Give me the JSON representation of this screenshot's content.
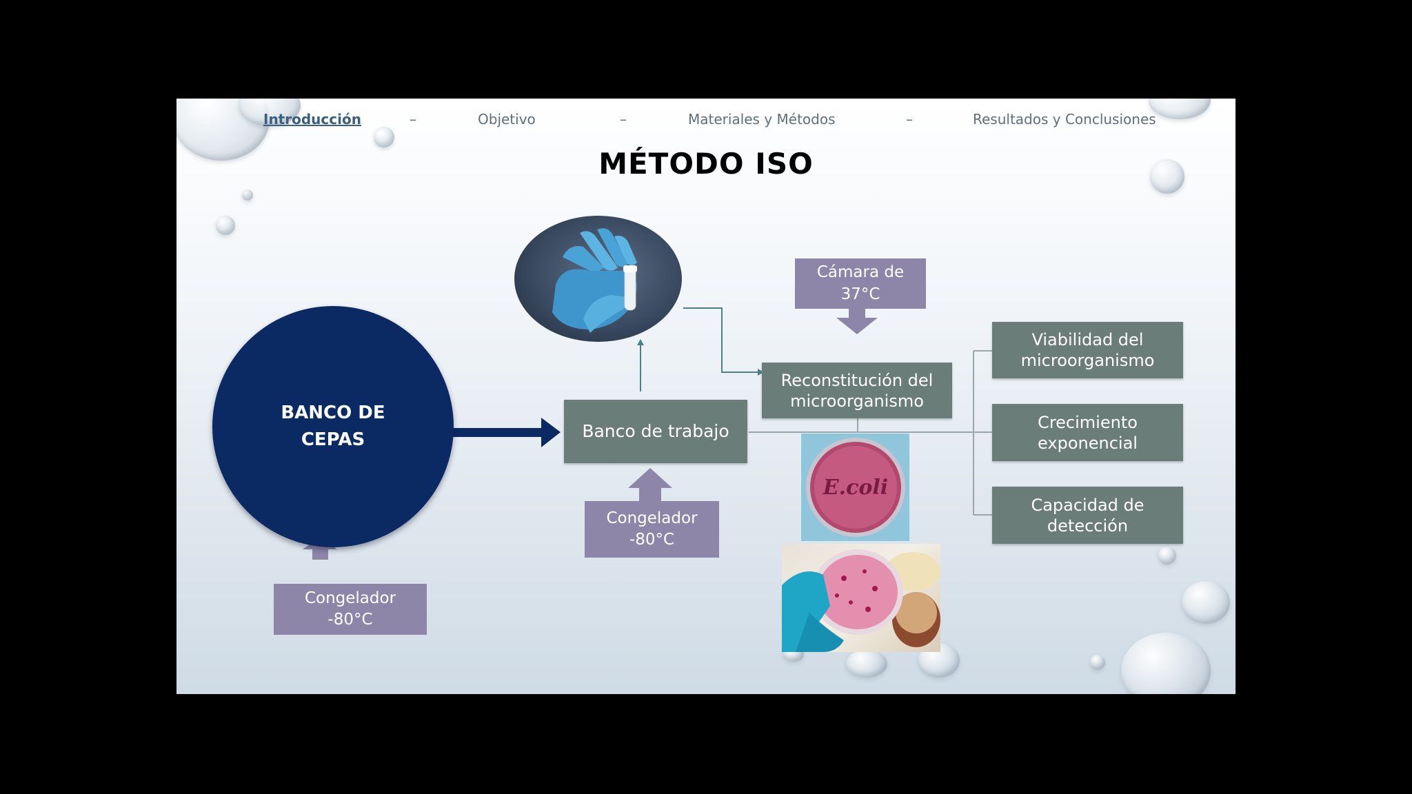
{
  "nav": {
    "items": [
      {
        "label": "Introducción",
        "active": true
      },
      {
        "label": "Objetivo",
        "active": false
      },
      {
        "label": "Materiales y Métodos",
        "active": false
      },
      {
        "label": "Resultados y Conclusiones",
        "active": false
      }
    ],
    "separator": "–"
  },
  "title": "MÉTODO ISO",
  "diagram": {
    "strain_bank": "BANCO DE\nCEPAS",
    "freezer_1": "Congelador\n-80°C",
    "work_bank": "Banco de trabajo",
    "freezer_2": "Congelador\n-80°C",
    "chamber": "Cámara de\n37°C",
    "reconstitution": "Reconstitución del\nmicroorganismo",
    "outcomes": [
      "Viabilidad del\nmicroorganismo",
      "Crecimiento\nexponencial",
      "Capacidad de\ndetección"
    ],
    "petri_label": "E.coli"
  },
  "colors": {
    "circle": "#0b2a63",
    "gray_box": "#6b7d79",
    "purple_box": "#8d86a8",
    "connector": "#4a7f86"
  },
  "icons": [
    "gloved-hand-vial-photo",
    "ecoli-petri-dish-photo",
    "gloved-hand-petri-photo"
  ]
}
